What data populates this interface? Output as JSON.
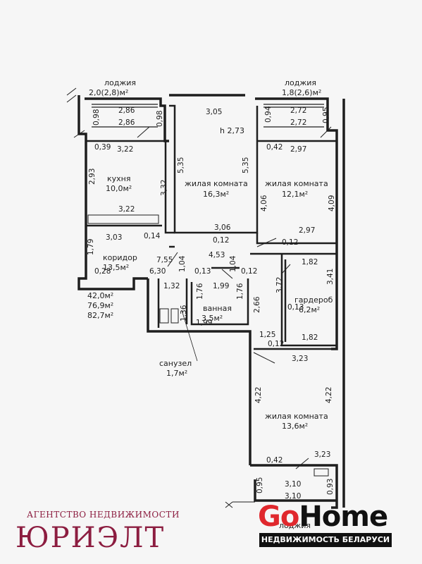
{
  "plan": {
    "loggia_left": {
      "name": "лоджия",
      "area": "2,0(2,8)м²"
    },
    "loggia_right": {
      "name": "лоджия",
      "area": "1,8(2,6)м²"
    },
    "kitchen": {
      "name": "кухня",
      "area": "10,0м²"
    },
    "living_room_1": {
      "name": "жилая комната",
      "area": "16,3м²"
    },
    "living_room_2": {
      "name": "жилая комната",
      "area": "12,1м²"
    },
    "living_room_3": {
      "name": "жилая комната",
      "area": "13,6м²"
    },
    "corridor": {
      "name": "коридор",
      "area": "13,5м²"
    },
    "bathroom": {
      "name": "ванная",
      "area": "3,5м²"
    },
    "wardrobe": {
      "name": "гардероб",
      "area": "6,2м²"
    },
    "toilet": {
      "name": "санузел",
      "area": "1,7м²"
    },
    "ceiling_height": "h 2,73",
    "totals": [
      "42,0м²",
      "76,9м²",
      "82,7м²"
    ],
    "bottom_loggia_partial": "лоджия",
    "dimensions": {
      "d_286a": "2,86",
      "d_286b": "2,86",
      "d_098a": "0,98",
      "d_098b": "0,98",
      "d_305": "3,05",
      "d_094": "0,94",
      "d_272a": "2,72",
      "d_272b": "2,72",
      "d_095": "0,95",
      "d_039": "0,39",
      "d_322a": "3,22",
      "d_042a": "0,42",
      "d_297a": "2,97",
      "d_293": "2,93",
      "d_332": "3,32",
      "d_535a": "5,35",
      "d_535b": "5,35",
      "d_406": "4,06",
      "d_409": "4,09",
      "d_322b": "3,22",
      "d_303": "3,03",
      "d_014": "0,14",
      "d_306": "3,06",
      "d_012a": "0,12",
      "d_297b": "2,97",
      "d_012b": "0,12",
      "d_179": "1,79",
      "d_028": "0,28",
      "d_453": "4,53",
      "d_104a": "1,04",
      "d_104b": "1,04",
      "d_755": "7,55",
      "d_630": "6,30",
      "d_013a": "0,13",
      "d_012c": "0,12",
      "d_182a": "1,82",
      "d_341": "3,41",
      "d_372": "3,72",
      "d_132": "1,32",
      "d_176a": "1,76",
      "d_199a": "1,99",
      "d_176b": "1,76",
      "d_266": "2,66",
      "d_136": "1,36",
      "d_199b": "1,99",
      "d_013b": "0,13",
      "d_125": "1,25",
      "d_012d": "0,12",
      "d_182b": "1,82",
      "d_323a": "3,23",
      "d_422a": "4,22",
      "d_422b": "4,22",
      "d_042b": "0,42",
      "d_323b": "3,23",
      "d_095b": "0,95",
      "d_310a": "3,10",
      "d_310b": "3,10",
      "d_093": "0,93"
    }
  },
  "branding": {
    "agency_small": "АГЕНТСТВО НЕДВИЖИМОСТИ",
    "agency_big": "ЮРИЭЛТ",
    "gohome_go": "Go",
    "gohome_home": "Home",
    "gohome_tagline": "НЕДВИЖИМОСТЬ БЕЛАРУСИ"
  },
  "colors": {
    "line": "#1e1e1e",
    "brand_red": "#e0282d",
    "agency_red": "#8c1d40",
    "paper": "#f6f6f6"
  }
}
